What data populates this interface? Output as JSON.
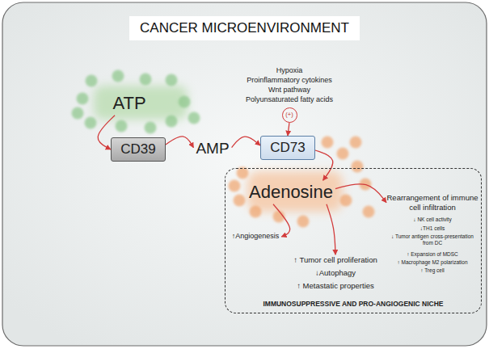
{
  "diagram": {
    "title": "CANCER MICROENVIRONMENT",
    "nodes": [
      {
        "text": [
          "ATP"
        ]
      },
      {
        "text": [
          "CD39"
        ]
      },
      {
        "text": [
          "AMP"
        ]
      },
      {
        "text": [
          "Hypoxia",
          "Proinflammatory cytokines",
          "Wnt pathway",
          "Polyunsaturated fatty acids"
        ]
      },
      {
        "text": [
          "(+)"
        ]
      },
      {
        "text": [
          "CD73"
        ]
      },
      {
        "text": [
          "IMMUNOSUPPRESSIVE AND PRO-ANGIOGENIC NICHE"
        ]
      },
      {
        "text": [
          "Adenosine"
        ],
        "in": 6
      },
      {
        "text": [
          "↑Angiogenesis"
        ],
        "in": 6
      },
      {
        "text": [
          "↑ Tumor cell proliferation",
          "↓Autophagy",
          "↑ Metastatic properties"
        ],
        "in": 6
      },
      {
        "text": [
          "Rearrangement of immune cell infiltration",
          "↓ NK cell activity",
          "↓TH1 cells",
          "↓ Tumor antigen cross-presentation from DC",
          "↑ Expansion of MDSC",
          "↑ Macrophage M2 polarization",
          "↑ Treg cell"
        ],
        "in": 6
      }
    ],
    "edges": [
      {
        "from": 0,
        "to": 1,
        "arrow": "to"
      },
      {
        "from": 1,
        "to": 2,
        "arrow": "to"
      },
      {
        "from": 2,
        "to": 5,
        "arrow": "to"
      },
      {
        "from": 4,
        "to": 5,
        "arrow": "to"
      },
      {
        "from": 5,
        "to": 7,
        "arrow": "to"
      },
      {
        "from": 7,
        "to": 8,
        "arrow": "to"
      },
      {
        "from": 7,
        "to": 9,
        "arrow": "to"
      },
      {
        "from": 7,
        "to": 10,
        "arrow": "to"
      }
    ]
  }
}
